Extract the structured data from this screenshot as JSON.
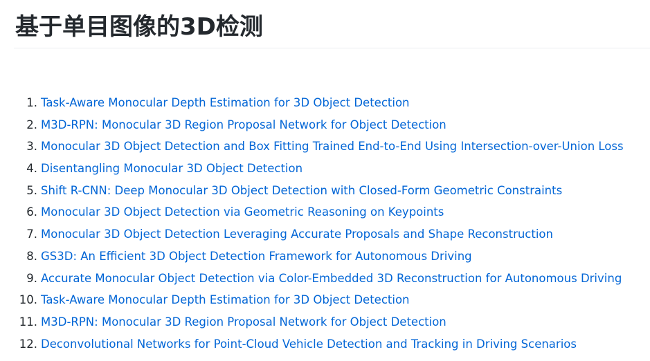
{
  "page": {
    "title": "基于单目图像的3D检测"
  },
  "papers": [
    {
      "number": "1.",
      "title": "Task-Aware Monocular Depth Estimation for 3D Object Detection"
    },
    {
      "number": "2.",
      "title": "M3D-RPN: Monocular 3D Region Proposal Network for Object Detection"
    },
    {
      "number": "3.",
      "title": "Monocular 3D Object Detection and Box Fitting Trained End-to-End Using Intersection-over-Union Loss"
    },
    {
      "number": "4.",
      "title": "Disentangling Monocular 3D Object Detection"
    },
    {
      "number": "5.",
      "title": "Shift R-CNN: Deep Monocular 3D Object Detection with Closed-Form Geometric Constraints"
    },
    {
      "number": "6.",
      "title": "Monocular 3D Object Detection via Geometric Reasoning on Keypoints"
    },
    {
      "number": "7.",
      "title": "Monocular 3D Object Detection Leveraging Accurate Proposals and Shape Reconstruction"
    },
    {
      "number": "8.",
      "title": "GS3D: An Efficient 3D Object Detection Framework for Autonomous Driving"
    },
    {
      "number": "9.",
      "title": "Accurate Monocular Object Detection via Color-Embedded 3D Reconstruction for Autonomous Driving"
    },
    {
      "number": "10.",
      "title": "Task-Aware Monocular Depth Estimation for 3D Object Detection"
    },
    {
      "number": "11.",
      "title": "M3D-RPN: Monocular 3D Region Proposal Network for Object Detection"
    },
    {
      "number": "12.",
      "title": "Deconvolutional Networks for Point-Cloud Vehicle Detection and Tracking in Driving Scenarios"
    }
  ],
  "colors": {
    "text": "#24292e",
    "link": "#0366d6",
    "rule": "#eaecef",
    "background": "#ffffff"
  }
}
